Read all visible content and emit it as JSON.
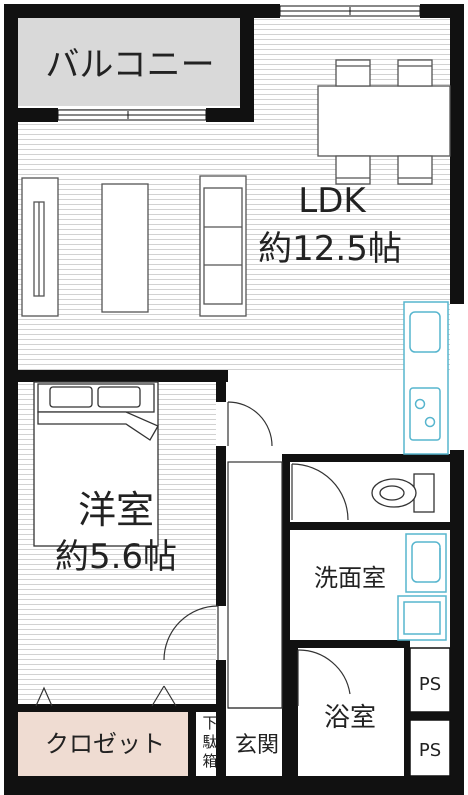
{
  "rooms": {
    "balcony": "バルコニー",
    "ldk_name": "LDK",
    "ldk_size": "約12.5帖",
    "western_name": "洋室",
    "western_size": "約5.6帖",
    "washroom": "洗面室",
    "bathroom": "浴室",
    "closet": "クロゼット",
    "shoe_box": [
      "下",
      "駄",
      "箱"
    ],
    "entrance": "玄関",
    "ps_upper": "PS",
    "ps_lower": "PS"
  },
  "colors": {
    "wall": "#111111",
    "floor_line": "#d4d4d4",
    "balcony_fill": "#d9d9d9",
    "closet_fill": "#efdcd2",
    "fixture": "#57b5ce",
    "furniture": "#555555"
  },
  "icons": [
    "dining-table-icon",
    "dining-chair-icon",
    "tv-stand-icon",
    "low-table-icon",
    "sofa-icon",
    "kitchen-sink-icon",
    "stove-icon",
    "bed-icon",
    "toilet-icon",
    "washbasin-icon",
    "washing-machine-icon",
    "door-swing-icon"
  ]
}
